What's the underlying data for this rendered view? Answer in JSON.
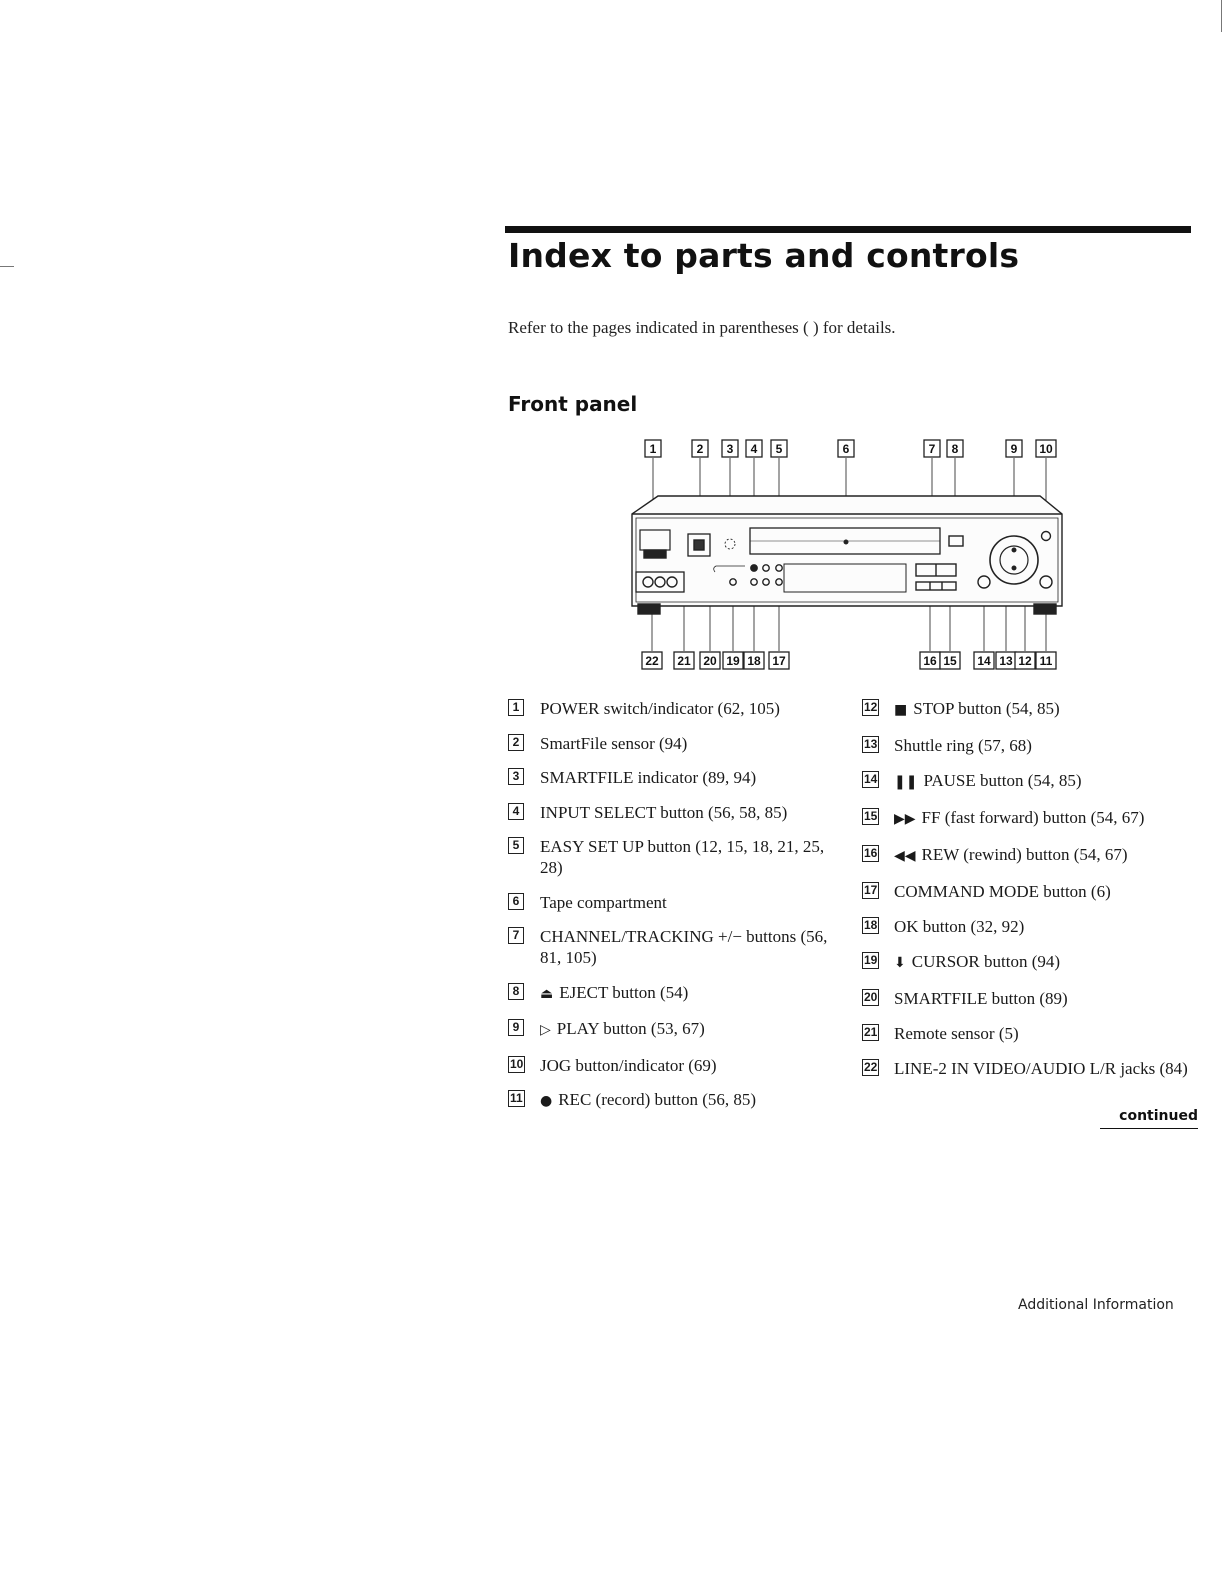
{
  "page": {
    "title": "Index to parts and controls",
    "intro": "Refer to the pages indicated in parentheses (   ) for details.",
    "section": "Front panel",
    "continued": "continued",
    "footer": "Additional Information"
  },
  "diagram": {
    "top_callouts": [
      "1",
      "2",
      "3",
      "4",
      "5",
      "6",
      "7",
      "8",
      "9",
      "10"
    ],
    "bottom_callouts": [
      "22",
      "21",
      "20",
      "19",
      "18",
      "17",
      "16",
      "15",
      "14",
      "13",
      "12",
      "11"
    ]
  },
  "items_left": [
    {
      "num": "1",
      "text": "POWER switch/indicator (62, 105)"
    },
    {
      "num": "2",
      "text": "SmartFile sensor (94)"
    },
    {
      "num": "3",
      "text": "SMARTFILE indicator (89, 94)"
    },
    {
      "num": "4",
      "text": "INPUT SELECT button (56, 58, 85)"
    },
    {
      "num": "5",
      "text": "EASY SET UP button (12, 15, 18, 21, 25, 28)"
    },
    {
      "num": "6",
      "text": "Tape compartment"
    },
    {
      "num": "7",
      "text": "CHANNEL/TRACKING +/− buttons (56, 81, 105)"
    },
    {
      "num": "8",
      "text": "EJECT button (54)",
      "symbol": "⏏"
    },
    {
      "num": "9",
      "text": "PLAY button (53, 67)",
      "symbol": "▷"
    },
    {
      "num": "10",
      "text": "JOG button/indicator (69)"
    },
    {
      "num": "11",
      "text": "REC (record) button (56, 85)",
      "symbol": "●"
    }
  ],
  "items_right": [
    {
      "num": "12",
      "text": "STOP button (54, 85)",
      "symbol": "■"
    },
    {
      "num": "13",
      "text": "Shuttle ring (57, 68)"
    },
    {
      "num": "14",
      "text": "PAUSE button (54, 85)",
      "symbol": "❚❚"
    },
    {
      "num": "15",
      "text": "FF (fast forward) button (54, 67)",
      "symbol": "▶▶"
    },
    {
      "num": "16",
      "text": "REW (rewind) button (54, 67)",
      "symbol": "◀◀"
    },
    {
      "num": "17",
      "text": "COMMAND MODE button (6)"
    },
    {
      "num": "18",
      "text": "OK button (32, 92)"
    },
    {
      "num": "19",
      "text": "CURSOR button (94)",
      "symbol": "⬇"
    },
    {
      "num": "20",
      "text": "SMARTFILE button (89)"
    },
    {
      "num": "21",
      "text": "Remote sensor (5)"
    },
    {
      "num": "22",
      "text": "LINE-2 IN VIDEO/AUDIO L/R jacks (84)"
    }
  ]
}
